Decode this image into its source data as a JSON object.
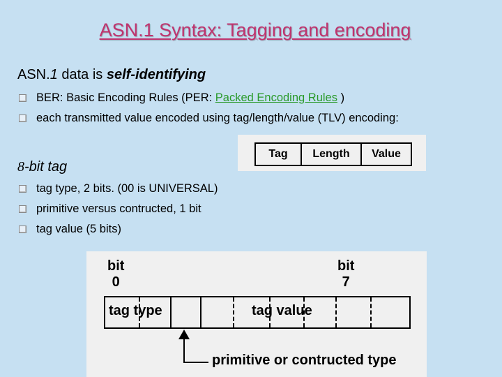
{
  "title": "ASN.1 Syntax: Tagging and encoding",
  "section1": {
    "heading_prefix": "ASN.",
    "heading_num": "1",
    "heading_mid": " data is ",
    "heading_bold": "self-identifying",
    "bullets": [
      {
        "text": "BER: Basic Encoding Rules (PER: ",
        "link": "Packed Encoding Rules",
        "after": " )"
      },
      {
        "text": "each transmitted value encoded using tag/length/value (TLV) encoding:"
      }
    ]
  },
  "tlv": {
    "cells": [
      "Tag",
      "Length",
      "Value"
    ]
  },
  "section2": {
    "heading_num": "8",
    "heading_rest": "-bit tag",
    "bullets": [
      "tag type, 2 bits. (00 is  UNIVERSAL)",
      "primitive versus contructed, 1 bit",
      "tag value (5 bits)"
    ]
  },
  "diagram": {
    "bit_left_word": "bit",
    "bit_left_num": "0",
    "bit_right_word": "bit",
    "bit_right_num": "7",
    "field1": "tag type",
    "field2": "tag value",
    "pointer_label": "primitive or contructed type"
  }
}
